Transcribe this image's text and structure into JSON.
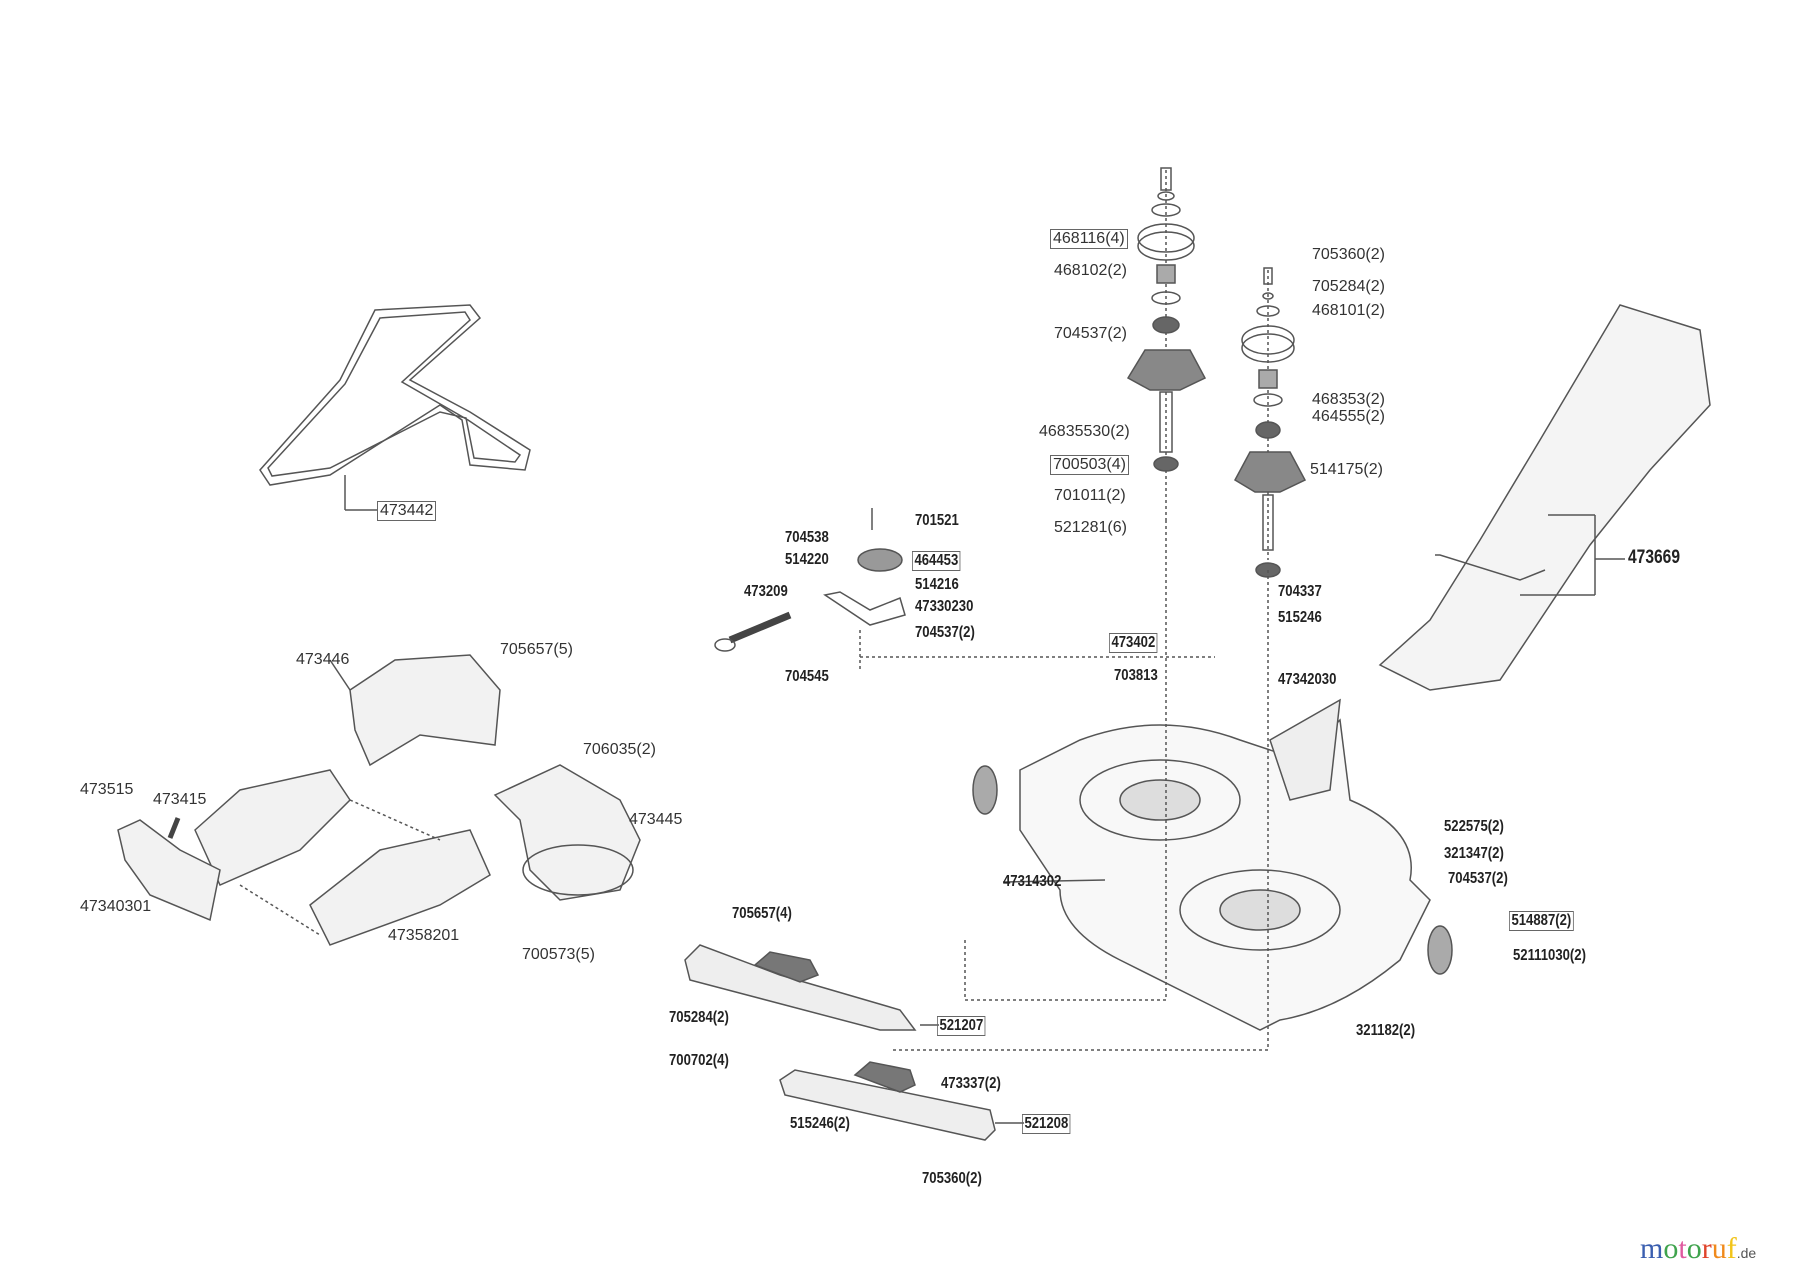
{
  "diagram": {
    "parts": [
      "473442",
      "468116(4)",
      "468102(2)",
      "704537(2)",
      "46835530(2)",
      "700503(4)",
      "701011(2)",
      "521281(6)",
      "705360(2)",
      "705284(2)",
      "468101(2)",
      "468353(2)",
      "464555(2)",
      "514175(2)",
      "701521",
      "704538",
      "464453",
      "514220",
      "514216",
      "47330230",
      "473209",
      "704537(2)",
      "704545",
      "704337",
      "515246",
      "473402",
      "703813",
      "47342030",
      "473669",
      "522575(2)",
      "321347(2)",
      "704537(2)",
      "514887(2)",
      "52111030(2)",
      "47314302",
      "321182(2)",
      "705657(4)",
      "705284(2)",
      "521207",
      "700702(4)",
      "473337(2)",
      "515246(2)",
      "521208",
      "705360(2)",
      "473446",
      "705657(5)",
      "706035(2)",
      "473515",
      "473415",
      "473445",
      "47340301",
      "47358201",
      "700573(5)"
    ]
  },
  "watermark": {
    "brand": "motoruf",
    "suffix": ".de",
    "colors": [
      "#3b5fb0",
      "#3fa34d",
      "#e05aa0",
      "#3fa34d",
      "#e0442b",
      "#f08a1c",
      "#f2c419"
    ]
  }
}
